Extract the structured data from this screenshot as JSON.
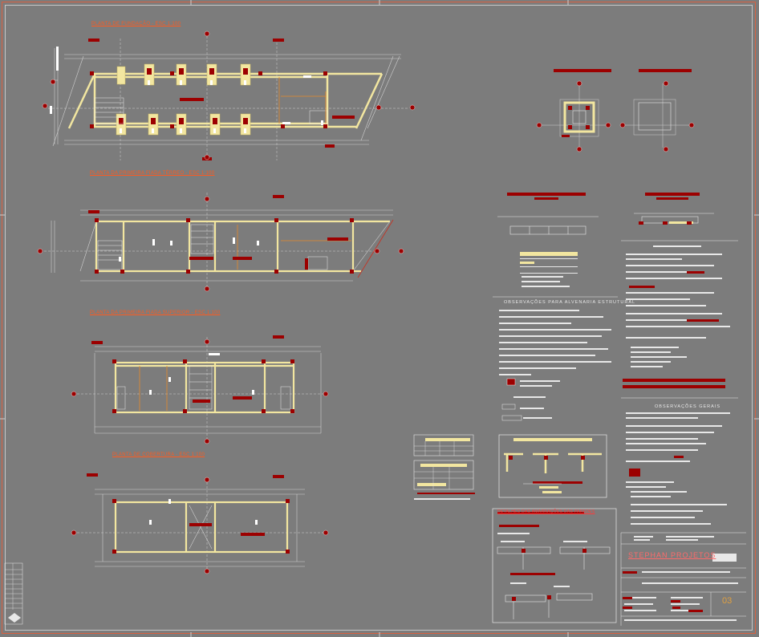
{
  "drawing": {
    "plan_titles": [
      "PLANTA DE FUNDAÇÃO - ESC 1:100",
      "PLANTA DA PRIMEIRA FIADA TÉRREO - ESC 1:100",
      "PLANTA DA PRIMEIRA FIADA SUPERIOR - ESC 1:100",
      "PLANTA DE COBERTURA - ESC 1:100"
    ],
    "notes_title_structural": "OBSERVAÇÕES PARA ALVENARIA ESTRUTURAL",
    "notes_title_general": "OBSERVAÇÕES GERAIS",
    "detail_title": "DETALHES DAS AMARRAÇÕES DAS PAREDES",
    "title_block": {
      "company": "STEPHAN PROJETOS",
      "sheet_number": "03"
    },
    "colors": {
      "background": "#7c7c7c",
      "wall": "#f2e6a0",
      "accent_red": "#9c0000",
      "title_orange": "#ff5a1e",
      "frame": "#d86040"
    }
  }
}
